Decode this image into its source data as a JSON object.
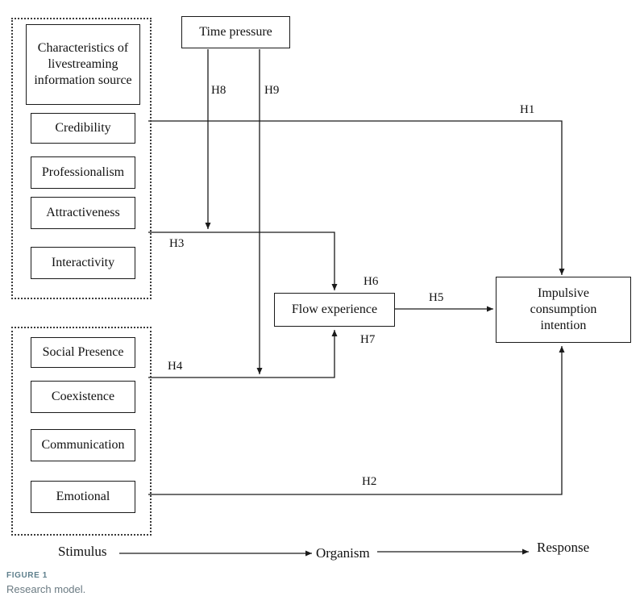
{
  "figure": {
    "caption_label": "FIGURE 1",
    "caption_text": "Research model.",
    "caption_label_color": "#5e7f8c",
    "caption_text_color": "#6b7b83"
  },
  "diagram": {
    "line_color": "#1a1a1a",
    "group1": {
      "header": "Characteristics of livestreaming information source",
      "items": [
        "Credibility",
        "Professionalism",
        "Attractiveness",
        "Interactivity"
      ]
    },
    "group2": {
      "items": [
        "Social Presence",
        "Coexistence",
        "Communication",
        "Emotional"
      ]
    },
    "nodes": {
      "time_pressure": "Time pressure",
      "flow_experience": "Flow experience",
      "impulsive_intention": "Impulsive consumption intention"
    },
    "hypotheses": {
      "h1": "H1",
      "h2": "H2",
      "h3": "H3",
      "h4": "H4",
      "h5": "H5",
      "h6": "H6",
      "h7": "H7",
      "h8": "H8",
      "h9": "H9"
    },
    "axis": {
      "stimulus": "Stimulus",
      "organism": "Organism",
      "response": "Response"
    }
  }
}
